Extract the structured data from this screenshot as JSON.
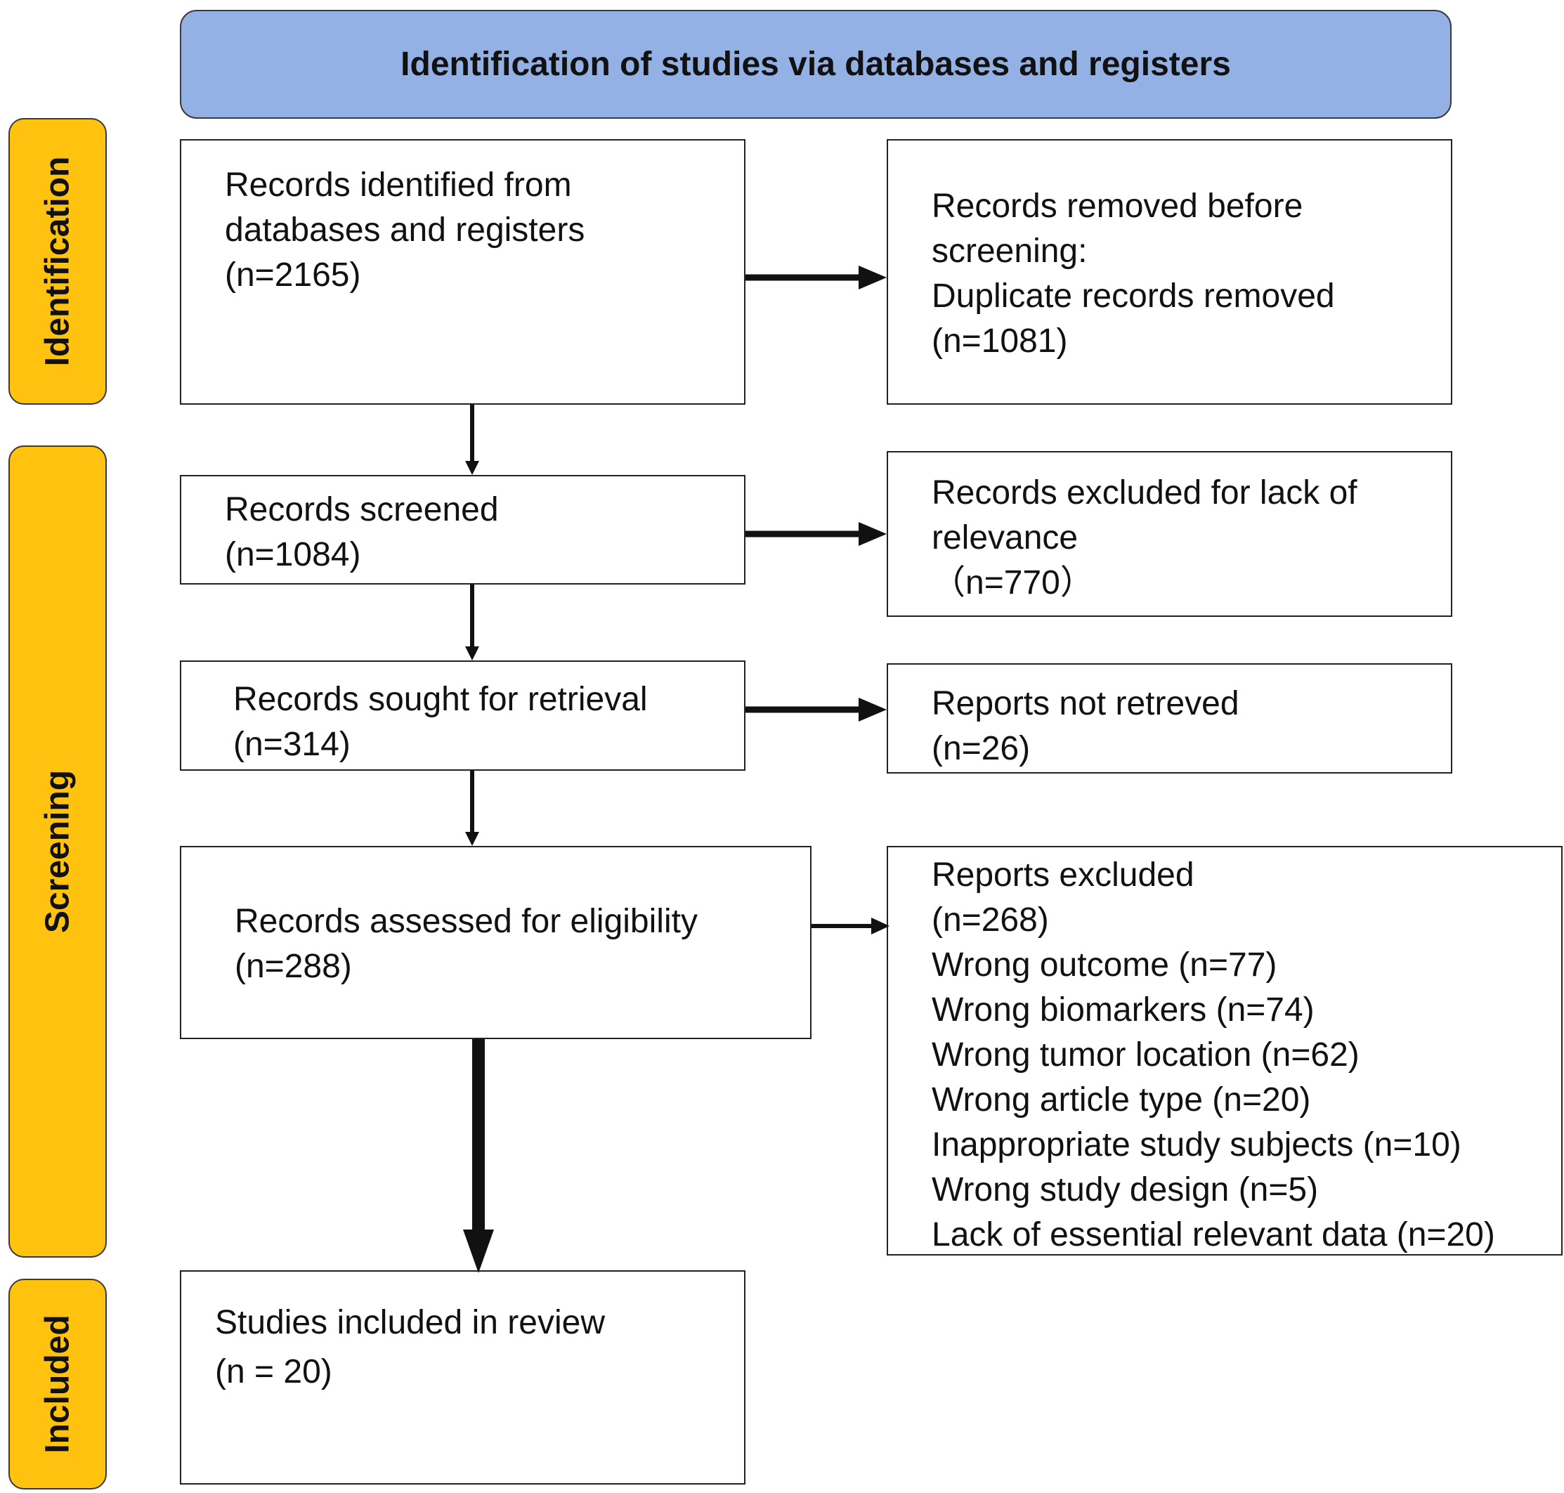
{
  "colors": {
    "header_fill": "#94b1e6",
    "side_fill": "#ffc20e",
    "arrow": "#111111"
  },
  "header": {
    "title": "Identification of studies via databases and registers"
  },
  "phases": {
    "identification": "Identification",
    "screening": "Screening",
    "included": "Included"
  },
  "boxes": {
    "identified": {
      "lines": [
        "Records identified from",
        "databases and registers",
        "(n=2165)"
      ]
    },
    "removed": {
      "lines": [
        "Records removed before",
        "screening:",
        "Duplicate records removed",
        "(n=1081)"
      ]
    },
    "screened": {
      "lines": [
        "Records screened",
        "(n=1084)"
      ]
    },
    "excluded_relevance": {
      "lines": [
        "Records excluded for lack of",
        "relevance",
        "（n=770）"
      ]
    },
    "sought": {
      "lines": [
        "Records sought for retrieval",
        "(n=314)"
      ]
    },
    "not_retrieved": {
      "lines": [
        "Reports not retreved",
        "(n=26)"
      ]
    },
    "assessed": {
      "lines": [
        "Records assessed for eligibility",
        "(n=288)"
      ]
    },
    "reports_excluded": {
      "lines": [
        "Reports excluded",
        "(n=268)",
        "Wrong outcome (n=77)",
        "Wrong biomarkers (n=74)",
        "Wrong tumor location (n=62)",
        "Wrong article type (n=20)",
        "Inappropriate study subjects (n=10)",
        "Wrong study design (n=5)",
        "Lack of essential relevant data (n=20)"
      ]
    },
    "included": {
      "lines": [
        "Studies included in review",
        "(n = 20)"
      ]
    }
  }
}
